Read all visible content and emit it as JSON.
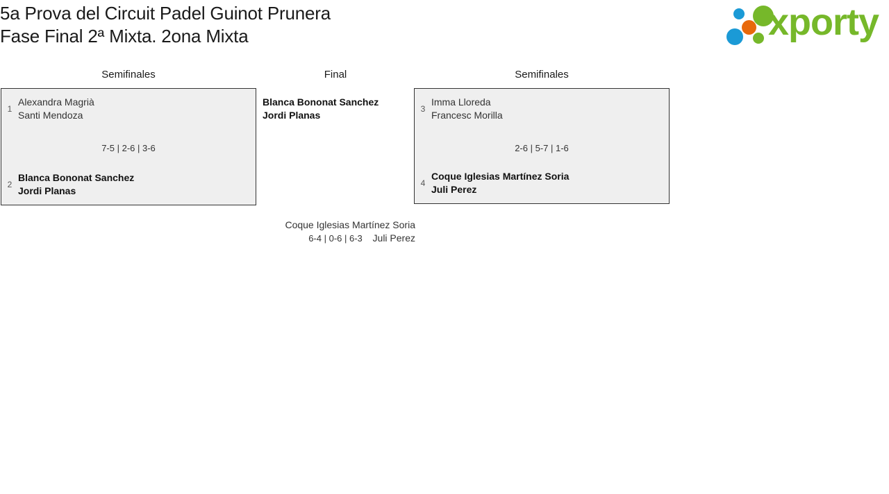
{
  "header": {
    "title_line1": "5a Prova del Circuit Padel Guinot Prunera",
    "title_line2": "Fase Final 2ª Mixta. 2ona Mixta",
    "logo_text": "xporty",
    "logo_colors": {
      "green": "#76b82a",
      "blue": "#1b9ad6",
      "orange": "#e8690b"
    }
  },
  "bracket": {
    "columns": {
      "left_label": "Semifinales",
      "final_label": "Final",
      "right_label": "Semifinales"
    },
    "semifinal_left": {
      "top_team": {
        "seed": "1",
        "player1": "Alexandra Magrià",
        "player2": "Santi Mendoza",
        "winner": false
      },
      "bottom_team": {
        "seed": "2",
        "player1": "Blanca Bononat Sanchez",
        "player2": "Jordi Planas",
        "winner": true
      },
      "score": "7-5 | 2-6 | 3-6"
    },
    "semifinal_right": {
      "top_team": {
        "seed": "3",
        "player1": "Imma Lloreda",
        "player2": "Francesc Morilla",
        "winner": false
      },
      "bottom_team": {
        "seed": "4",
        "player1": "Coque Iglesias Martínez Soria",
        "player2": "Juli Perez",
        "winner": true
      },
      "score": "2-6 | 5-7 | 1-6"
    },
    "final": {
      "winner_team": {
        "player1": "Blanca Bononat Sanchez",
        "player2": "Jordi Planas"
      },
      "loser_team": {
        "player1": "Coque Iglesias Martínez Soria",
        "player2": "Juli Perez"
      },
      "score": "6-4 | 0-6 | 6-3"
    }
  }
}
